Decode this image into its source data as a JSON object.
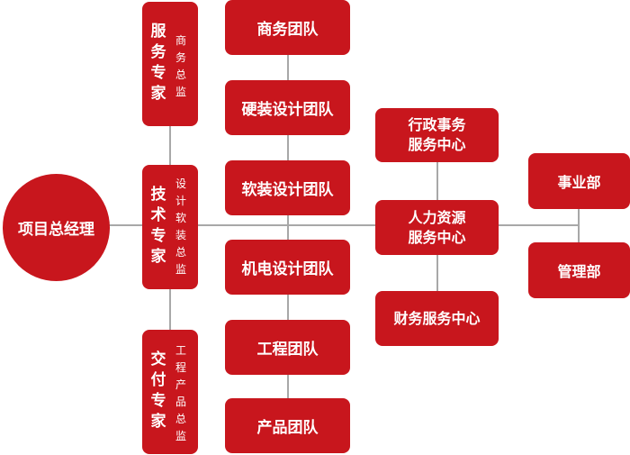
{
  "root": {
    "label": "项目总经理"
  },
  "experts": [
    {
      "label": "服务专家",
      "sub": "商务总监"
    },
    {
      "label": "技术专家",
      "sub": "设计软装总监"
    },
    {
      "label": "交付专家",
      "sub": "工程产品总监"
    }
  ],
  "teams": [
    {
      "label": "商务团队"
    },
    {
      "label": "硬装设计团队"
    },
    {
      "label": "软装设计团队"
    },
    {
      "label": "机电设计团队"
    },
    {
      "label": "工程团队"
    },
    {
      "label": "产品团队"
    }
  ],
  "centers": [
    {
      "line1": "行政事务",
      "line2": "服务中心"
    },
    {
      "line1": "人力资源",
      "line2": "服务中心"
    },
    {
      "line1": "财务服务中心",
      "line2": ""
    }
  ],
  "departments": [
    {
      "label": "事业部"
    },
    {
      "label": "管理部"
    }
  ],
  "colors": {
    "box": "#c8161d",
    "line": "#a8a8a8",
    "text": "#ffffff"
  }
}
